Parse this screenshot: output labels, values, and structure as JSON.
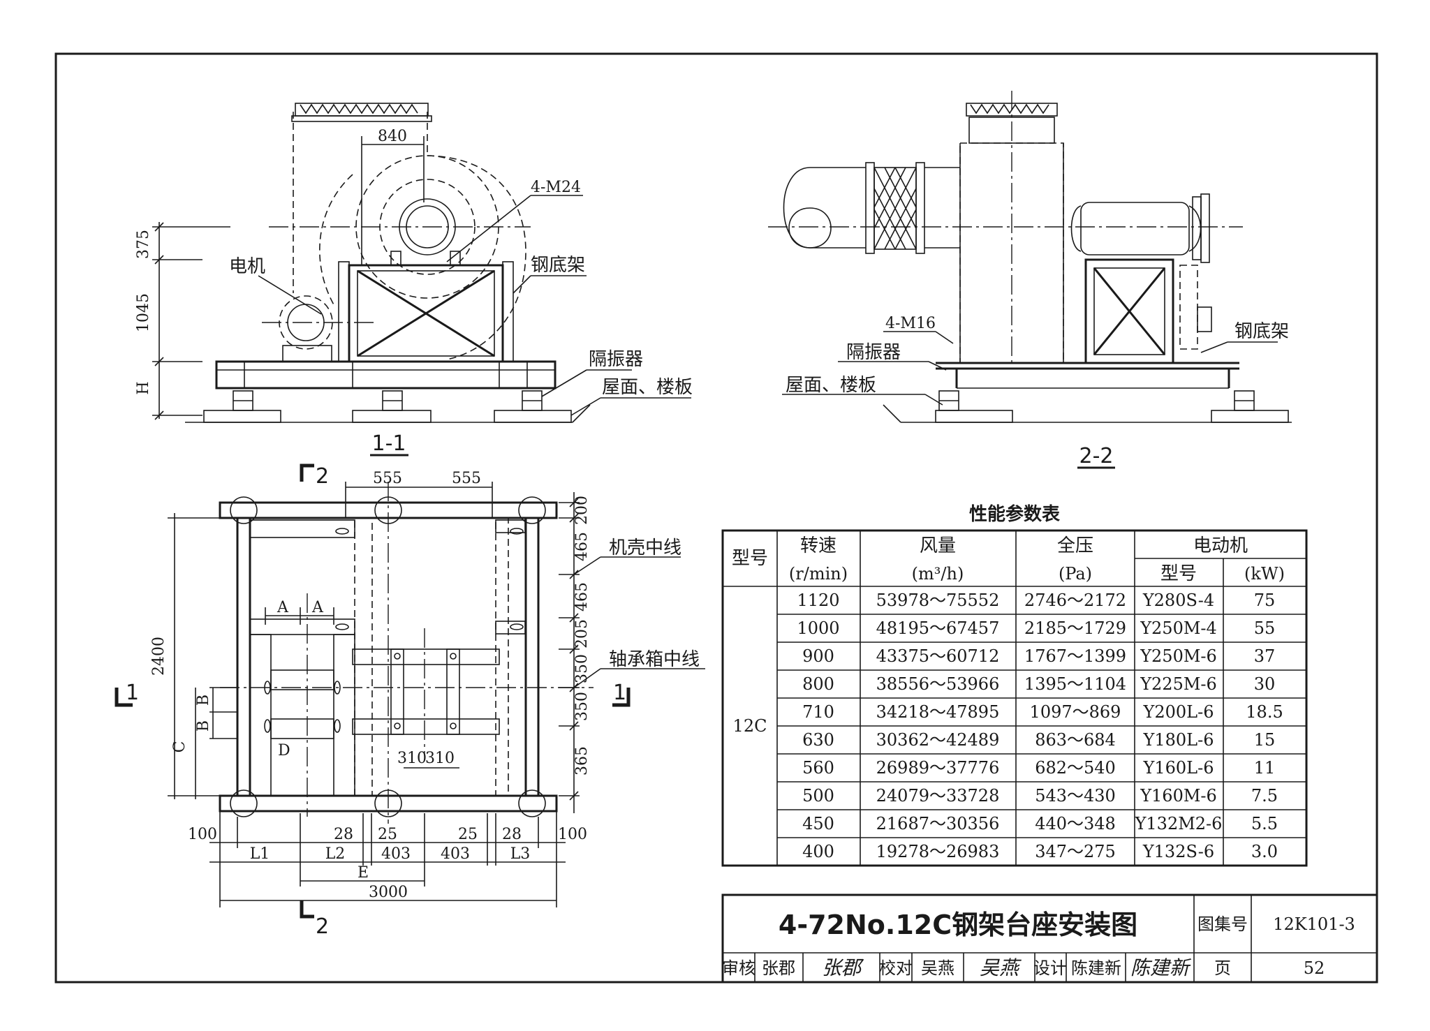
{
  "views": {
    "section_1_1": {
      "title": "1-1",
      "dims": {
        "d840": "840",
        "d375": "375",
        "d1045": "1045",
        "dH": "H"
      },
      "labels": {
        "motor": "电机",
        "bolt": "4-M24",
        "frame": "钢底架",
        "isolator": "隔振器",
        "floor": "屋面、楼板"
      }
    },
    "section_2_2": {
      "title": "2-2",
      "labels": {
        "bolt": "4-M16",
        "isolator": "隔振器",
        "frame": "钢底架",
        "floor": "屋面、楼板"
      }
    },
    "plan": {
      "cut_1": "1",
      "cut_2": "2",
      "dims_top": [
        "555",
        "555"
      ],
      "dims_right": [
        "200",
        "465",
        "465",
        "205",
        "350",
        "350",
        "365"
      ],
      "dim_total_height": "2400",
      "dims_inner": {
        "A": "A",
        "B": "B",
        "C": "C",
        "D": "D",
        "p310a": "310",
        "p310b": "310"
      },
      "dims_bottom_row1": [
        "100",
        "28",
        "25",
        "25",
        "28",
        "100"
      ],
      "dims_bottom_row2": [
        "L1",
        "L2",
        "403",
        "403",
        "L3"
      ],
      "dim_E": "E",
      "dim_total_width": "3000",
      "labels": {
        "casing_cl": "机壳中线",
        "bearing_cl": "轴承箱中线"
      }
    }
  },
  "table": {
    "title": "性能参数表",
    "headers": {
      "model": "型号",
      "speed": "转速",
      "speed_unit": "(r/min)",
      "flow": "风量",
      "flow_unit": "(m³/h)",
      "pressure": "全压",
      "pressure_unit": "(Pa)",
      "motor": "电动机",
      "motor_model": "型号",
      "motor_power": "(kW)"
    },
    "model_value": "12C",
    "rows": [
      [
        "1120",
        "53978～75552",
        "2746～2172",
        "Y280S-4",
        "75"
      ],
      [
        "1000",
        "48195～67457",
        "2185～1729",
        "Y250M-4",
        "55"
      ],
      [
        "900",
        "43375～60712",
        "1767～1399",
        "Y250M-6",
        "37"
      ],
      [
        "800",
        "38556～53966",
        "1395～1104",
        "Y225M-6",
        "30"
      ],
      [
        "710",
        "34218～47895",
        "1097～869",
        "Y200L-6",
        "18.5"
      ],
      [
        "630",
        "30362～42489",
        "863～684",
        "Y180L-6",
        "15"
      ],
      [
        "560",
        "26989～37776",
        "682～540",
        "Y160L-6",
        "11"
      ],
      [
        "500",
        "24079～33728",
        "543～430",
        "Y160M-6",
        "7.5"
      ],
      [
        "450",
        "21687～30356",
        "440～348",
        "Y132M2-6",
        "5.5"
      ],
      [
        "400",
        "19278～26983",
        "347～275",
        "Y132S-6",
        "3.0"
      ]
    ]
  },
  "title_block": {
    "title": "4-72No.12C钢架台座安装图",
    "atlas_label": "图集号",
    "atlas_value": "12K101-3",
    "review_label": "审核",
    "review_name": "张郡",
    "review_sig": "张郡",
    "check_label": "校对",
    "check_name": "吴燕",
    "check_sig": "吴燕",
    "design_label": "设计",
    "design_name": "陈建新",
    "design_sig": "陈建新",
    "page_label": "页",
    "page_value": "52"
  }
}
